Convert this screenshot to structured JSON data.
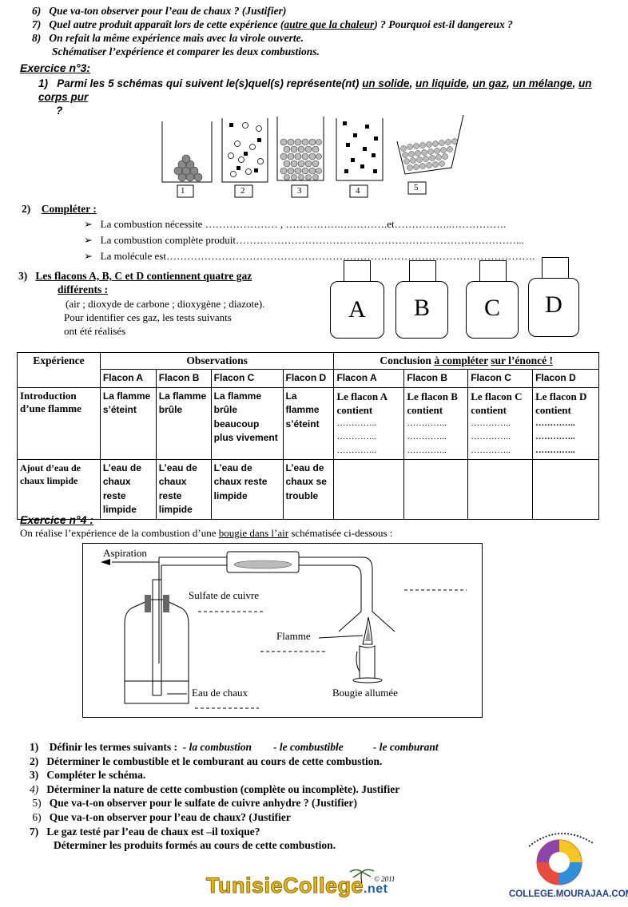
{
  "top_questions": [
    {
      "num": "6)",
      "text": "Que va-ton observer pour l’eau de chaux ? (Justifier)"
    },
    {
      "num": "7)",
      "pre": "Quel autre produit apparaît lors de cette expérience (",
      "underlined": "autre que la chaleur",
      "post": ") ? Pourquoi est-il dangereux ?"
    },
    {
      "num": "8)",
      "text": "On refait la même expérience mais avec la virole ouverte."
    },
    {
      "num": "",
      "text": "Schématiser l’expérience et comparer les deux combustions."
    }
  ],
  "ex3": {
    "title": "Exercice n°3:",
    "q1_num": "1)",
    "q1_pre": "Parmi les 5 schémas qui suivent le(s)quel(s) représente(nt)",
    "q1_items": [
      "un solide",
      "un liquide",
      "un gaz",
      "un mélange",
      "un corps pur"
    ],
    "q1_end": "?",
    "schema_labels": [
      "1",
      "2",
      "3",
      "4",
      "5"
    ],
    "q2_num": "2)",
    "q2_title": "Compléter :",
    "q2_lines": [
      "La combustion nécessite  ………………… , …………….….……….et……………..…………….",
      "La combustion complète produit………………………………………………………………………...",
      "La molécule est……………………………………………………….……………………………………."
    ],
    "q3_num": "3)",
    "q3_title1": "Les flacons A, B, C et D contiennent quatre gaz",
    "q3_title2": "différents :",
    "q3_line1": "(air ; dioxyde de carbone ; dioxygène ; diazote).",
    "q3_line2": "Pour identifier ces gaz, les tests suivants",
    "q3_line3": "ont été réalisés",
    "flasks": [
      "A",
      "B",
      "C",
      "D"
    ]
  },
  "table": {
    "h_experience": "Expérience",
    "h_observations": "Observations",
    "h_conclusion_pre": "Conclusion ",
    "h_conclusion_u": "à compléter",
    "h_conclusion_mid": " ",
    "h_conclusion_u2": "sur l’énoncé !",
    "flacons": [
      "Flacon A",
      "Flacon B",
      "Flacon C",
      "Flacon D"
    ],
    "row1_label": "Introduction d’une flamme",
    "row1_obs": [
      "La flamme s’éteint",
      "La flamme brûle",
      "La flamme brûle beaucoup plus vivement",
      "La flamme s’éteint"
    ],
    "row1_concl": [
      "Le flacon A contient",
      "Le flacon B contient",
      "Le flacon C contient",
      "Le flacon D contient"
    ],
    "dots": "…………..",
    "row2_label": "Ajout d’eau de chaux limpide",
    "row2_obs": [
      "L’eau de chaux reste limpide",
      "L’eau de chaux reste limpide",
      "L’eau de chaux reste limpide",
      "L’eau de chaux se trouble"
    ]
  },
  "ex4": {
    "title": "Exercice n°4 :",
    "intro_pre": "On réalise l’expérience de la combustion d’une ",
    "intro_u": "bougie dans l’air",
    "intro_post": " schématisée ci-dessous :",
    "diagram": {
      "aspiration": "Aspiration",
      "sulfate": "Sulfate de cuivre",
      "flamme": "Flamme",
      "eau": "Eau de chaux",
      "bougie": "Bougie allumée"
    },
    "questions": [
      {
        "num": "1)",
        "text": "Définir les termes suivants :",
        "terms": [
          "-  la combustion",
          "-     le combustible",
          "-  le comburant"
        ]
      },
      {
        "num": "2)",
        "text": "Déterminer le combustible et le comburant au cours de cette combustion."
      },
      {
        "num": "3)",
        "text": "Compléter le schéma."
      },
      {
        "num": "4)",
        "text": "Déterminer la nature de cette combustion (complète ou incomplète). Justifier"
      },
      {
        "num": "5)",
        "text": "Que va-t-on observer pour le sulfate de cuivre anhydre ? (Justifier)"
      },
      {
        "num": "6)",
        "text": "Que va-t-on observer pour l’eau de chaux? (Justifier"
      },
      {
        "num": "7)",
        "text": "Le gaz  testé par l’eau de chaux est –il toxique?"
      },
      {
        "num": "",
        "text": "Déterminer les produits formés au cours de cette combustion."
      }
    ]
  },
  "footer": {
    "brand": "TunisieCollege",
    "brand_suffix": ".net",
    "copyright": "© 2011",
    "site": "COLLEGE.MOURAJAA.COM"
  },
  "colors": {
    "brand_yellow": "#e8b81a",
    "brand_blue": "#1f5fa8",
    "logo_red": "#c0392b"
  }
}
